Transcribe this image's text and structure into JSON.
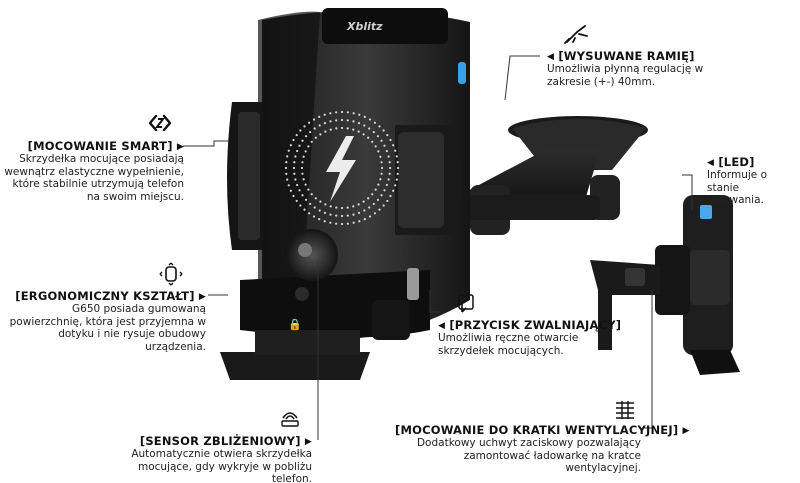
{
  "brand": "Xblitz",
  "colors": {
    "led": "#3aa0e8",
    "body": "#1c1c1c",
    "text": "#1a1a1a"
  },
  "annotations": {
    "smart_mount": {
      "title": "[MOCOWANIE SMART]",
      "text": "Skrzydełka mocujące posiadają wewnątrz elastyczne wypełnienie, które stabilnie utrzymują telefon na swoim miejscu."
    },
    "ergonomic": {
      "title": "[ERGONOMICZNY KSZTAŁT]",
      "text": "G650 posiada gumowaną powierzchnię, która jest przyjemna w dotyku i nie rysuje obudowy urządzenia."
    },
    "sensor": {
      "title": "[SENSOR ZBLIŻENIOWY]",
      "text": "Automatycznie otwiera skrzydełka mocujące, gdy wykryje w pobliżu telefon."
    },
    "arm": {
      "title": "[WYSUWANE RAMIĘ]",
      "text": "Umożliwia płynną regulację w zakresie (+-) 40mm."
    },
    "release": {
      "title": "[PRZYCISK ZWALNIAJĄCY]",
      "text": "Umożliwia ręczne otwarcie skrzydełek mocujących."
    },
    "led": {
      "title": "[LED]",
      "text": "Informuje o stanie ładowania."
    },
    "vent": {
      "title": "[MOCOWANIE DO KRATKI WENTYLACYJNEJ]",
      "text": "Dodatkowy uchwyt zaciskowy pozwalający zamontować ładowarkę na kratce wentylacyjnej."
    }
  }
}
